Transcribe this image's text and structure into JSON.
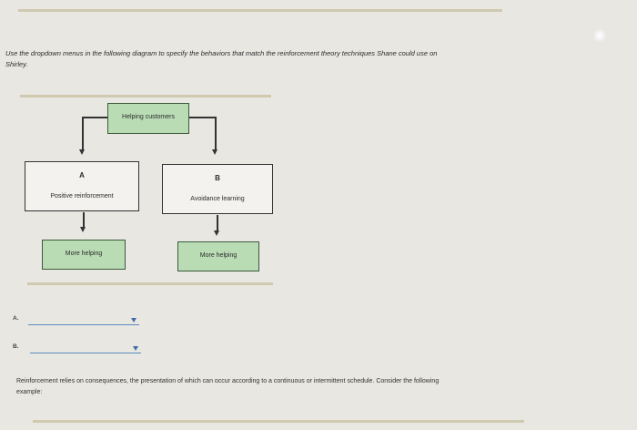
{
  "question": {
    "line1": "Use the dropdown menus in the following diagram to specify the behaviors that match the reinforcement theory techniques Shane could use on",
    "line2": "Shirley."
  },
  "diagram": {
    "top_box": "Helping customers",
    "left_box": {
      "letter": "A",
      "label": "Positive reinforcement"
    },
    "right_box": {
      "letter": "B",
      "label": "Avoidance learning"
    },
    "left_result": "More helping",
    "right_result": "More helping"
  },
  "dropdowns": [
    {
      "label": "A.",
      "value": ""
    },
    {
      "label": "B.",
      "value": ""
    }
  ],
  "footer": {
    "line1": "Reinforcement relies on consequences, the presentation of which can occur according to a continuous or intermittent schedule. Consider the following",
    "line2": "example:"
  }
}
